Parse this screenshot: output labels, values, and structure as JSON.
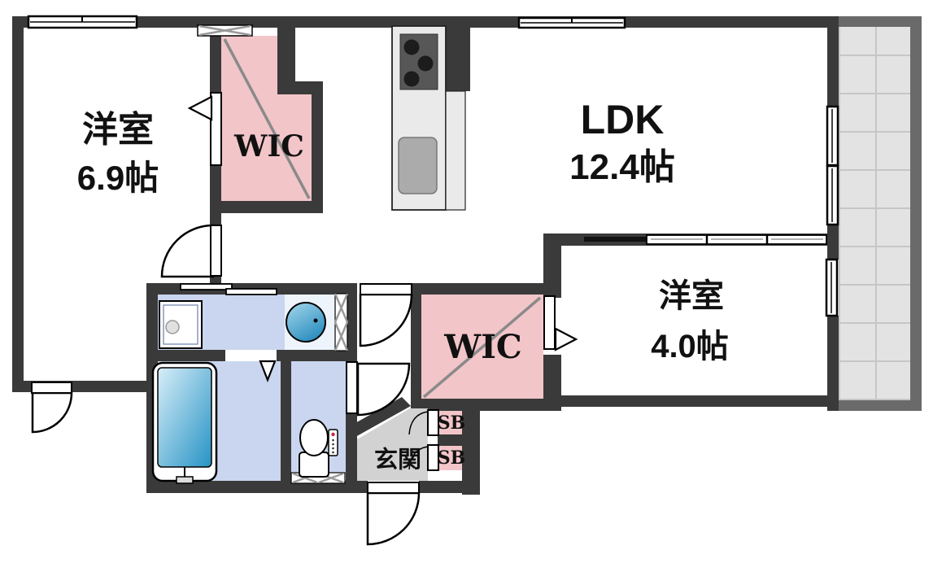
{
  "plan_title": "1LDK+2WIC apartment floor plan",
  "rooms": {
    "bedroom1": {
      "name": "洋室",
      "size": "6.9帖"
    },
    "ldk": {
      "name": "LDK",
      "size": "12.4帖"
    },
    "bedroom2": {
      "name": "洋室",
      "size": "4.0帖"
    },
    "wic1": {
      "label": "WIC"
    },
    "wic2": {
      "label": "WIC"
    },
    "genkan": {
      "label": "玄関"
    },
    "sb_upper": {
      "label": "SB"
    },
    "sb_lower": {
      "label": "SB"
    }
  },
  "fixtures": [
    "kitchen-stove",
    "kitchen-sink",
    "wash-basin",
    "washing-machine-pan",
    "bathtub",
    "toilet",
    "balcony",
    "pipe-space"
  ],
  "colors": {
    "wall": "#3a3a3a",
    "closet_pink": "#f2c5c9",
    "wet_area_blue": "#cad6ef",
    "entry_gray": "#d2d2d2",
    "balcony_wall": "#6a6a6a",
    "balcony_tile": "#e3e3e3",
    "tub_blue": "#2693c5"
  }
}
